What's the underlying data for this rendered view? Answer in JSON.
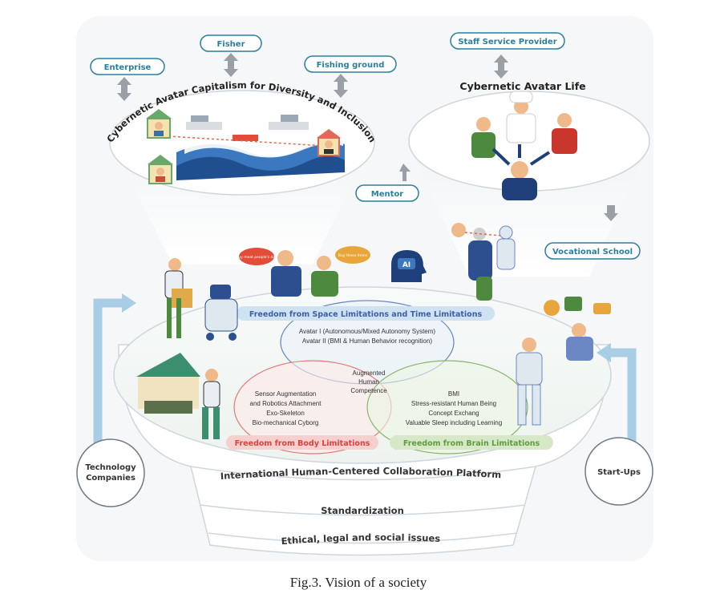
{
  "capitalism_dome": {
    "title": "Cybernetic Avatar Capitalism for Diversity and Inclusion",
    "labels": {
      "enterprise": "Enterprise",
      "fisher": "Fisher",
      "fishing_ground": "Fishing ground"
    }
  },
  "life_dome": {
    "title": "Cybernetic Avatar Life",
    "labels": {
      "staff": "Staff Service Provider",
      "mentor": "Mentor",
      "vocational": "Vocational School"
    }
  },
  "speech_bubbles": [
    "Buy meat people's day",
    "Buy these items"
  ],
  "ai_badge": "AI",
  "platform": {
    "space": {
      "label": "Freedom from Space Limitations and Time Limitations",
      "items": [
        "Avatar I (Autonomous/Mixed Autonomy System)",
        "Avatar II (BMI & Human Behavior recognition)"
      ]
    },
    "center": [
      "Augmented",
      "Human",
      "Competence"
    ],
    "body": {
      "label": "Freedom from Body Limitations",
      "items": [
        "Sensor Augmentation",
        "and Robotics Attachment",
        "Exo-Skeleton",
        "Bio-mechanical Cyborg"
      ]
    },
    "brain": {
      "label": "Freedom from Brain Limitations",
      "items": [
        "BMI",
        "Stress-resistant Human Being",
        "Concept Exchang",
        "Valuable Sleep including Learning"
      ]
    }
  },
  "side_labels": {
    "technology": [
      "Technology",
      "Companies"
    ],
    "startups": "Start-Ups"
  },
  "bands": [
    "International Human-Centered Collaboration Platform",
    "Standardization",
    "Ethical, legal and social issues"
  ],
  "caption": "Fig.3. Vision of a society",
  "colors": {
    "teal": "#2a7e9e",
    "space_label_bg": "#cfe2f2",
    "space_label_text": "#3c5fa8",
    "body_label_bg": "#f6d0cf",
    "body_label_text": "#e0403b",
    "brain_label_bg": "#d7e8c9",
    "brain_label_text": "#5f9d3c",
    "arrow_blue": "#a9cde5",
    "grey_arrow": "#9aa0a6"
  }
}
